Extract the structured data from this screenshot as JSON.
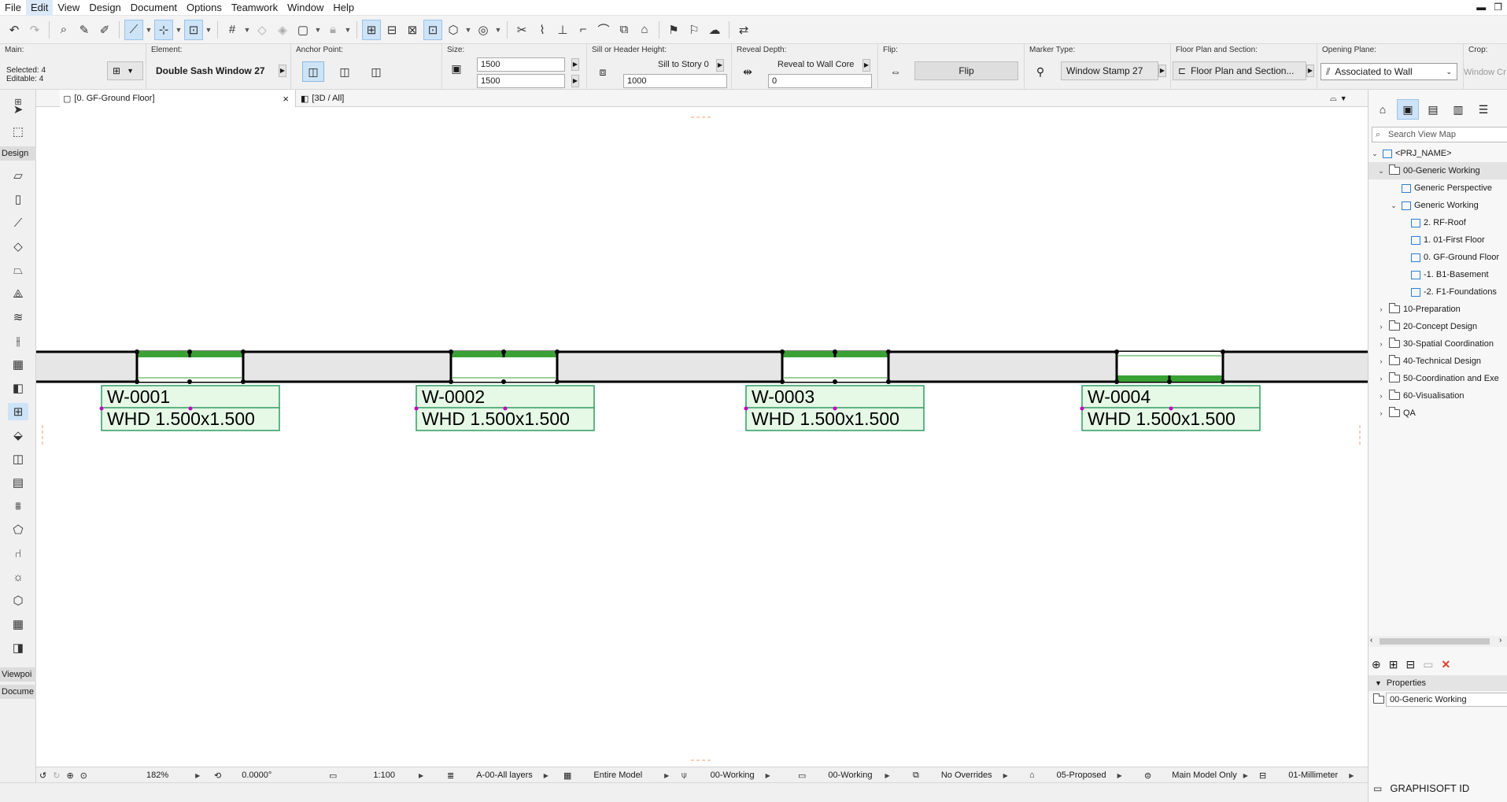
{
  "menu": [
    "File",
    "Edit",
    "View",
    "Design",
    "Document",
    "Options",
    "Teamwork",
    "Window",
    "Help"
  ],
  "info_box": {
    "main_label": "Main:",
    "selected": "Selected: 4",
    "editable": "Editable: 4",
    "element_label": "Element:",
    "element_value": "Double Sash Window 27",
    "anchor_label": "Anchor Point:",
    "size_label": "Size:",
    "width": "1500",
    "height": "1500",
    "sill_label": "Sill or Header Height:",
    "sill_mode": "Sill to Story 0",
    "sill_value": "1000",
    "reveal_label": "Reveal Depth:",
    "reveal_mode": "Reveal to Wall Core",
    "reveal_value": "0",
    "flip_label": "Flip:",
    "flip_button": "Flip",
    "marker_label": "Marker Type:",
    "marker_value": "Window Stamp 27",
    "fps_label": "Floor Plan and Section:",
    "fps_value": "Floor Plan and Section...",
    "opening_label": "Opening Plane:",
    "opening_value": "Associated to Wall",
    "crop_label": "Crop:",
    "crop_value": "Window Cr"
  },
  "tabs": [
    {
      "label": "[0. GF-Ground Floor]",
      "close": "×"
    },
    {
      "label": "[3D / All]"
    }
  ],
  "toolbox_headers": {
    "design": "Design",
    "viewpoint": "Viewpoi",
    "document": "Docume"
  },
  "windows": [
    {
      "id": "W-0001",
      "whd": "WHD  1.500x1.500"
    },
    {
      "id": "W-0002",
      "whd": "WHD  1.500x1.500"
    },
    {
      "id": "W-0003",
      "whd": "WHD  1.500x1.500"
    },
    {
      "id": "W-0004",
      "whd": "WHD  1.500x1.500"
    }
  ],
  "status_bar": {
    "zoom": "182%",
    "angle": "0.0000°",
    "scale": "1:100",
    "layers": "A-00-All layers",
    "model": "Entire Model",
    "pen_set": "00-Working",
    "mvo": "00-Working",
    "overrides": "No Overrides",
    "renovation": "05-Proposed",
    "structure": "Main Model Only",
    "dimension": "01-Millimeter"
  },
  "navigator": {
    "search_placeholder": "Search View Map",
    "root": "<PRJ_NAME>",
    "folder_selected": "00-Generic Working",
    "perspective": "Generic Perspective",
    "generic_working": "Generic Working",
    "stories": [
      "2. RF-Roof",
      "1. 01-First Floor",
      "0. GF-Ground Floor",
      "-1. B1-Basement",
      "-2. F1-Foundations"
    ],
    "folders": [
      "10-Preparation",
      "20-Concept Design",
      "30-Spatial Coordination",
      "40-Technical Design",
      "50-Coordination and Exe",
      "60-Visualisation",
      "QA"
    ],
    "properties_header": "Properties",
    "properties_value": "00-Generic Working",
    "graphisoft_id": "GRAPHISOFT ID"
  },
  "colors": {
    "wall_fill": "#e6e6e6",
    "window_green": "#3aa135",
    "label_fill": "#e6f8e6",
    "label_border": "#2e9e62",
    "selection": "#cde3f7"
  }
}
